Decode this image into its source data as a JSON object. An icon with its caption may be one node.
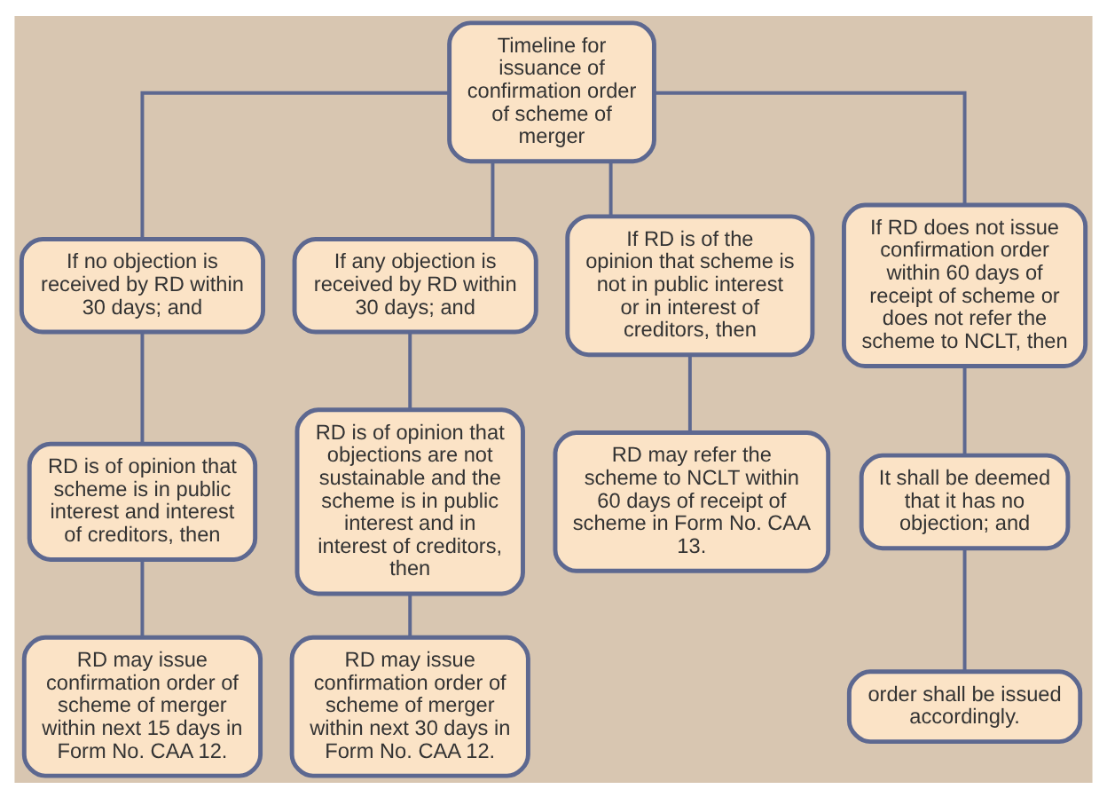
{
  "diagram": {
    "nodes": [
      {
        "text": [
          "Timeline for issuance of confirmation order of scheme of merger"
        ]
      },
      {
        "text": [
          "If no objection is received by RD within 30 days; and"
        ]
      },
      {
        "text": [
          "If any objection is received by RD within 30 days; and"
        ]
      },
      {
        "text": [
          "If RD is of the opinion that scheme is not in public interest or in interest of creditors, then"
        ]
      },
      {
        "text": [
          "If RD does not issue confirmation order within 60 days of receipt of scheme or does not refer the scheme to NCLT, then"
        ]
      },
      {
        "text": [
          "RD is of opinion that scheme is in public interest and interest of creditors, then"
        ]
      },
      {
        "text": [
          "RD is of opinion that objections are not sustainable and the scheme is in public interest and in interest of creditors, then"
        ]
      },
      {
        "text": [
          "RD may refer the scheme to NCLT within 60 days of receipt of scheme in Form No. CAA 13."
        ]
      },
      {
        "text": [
          "It shall be deemed that it has no objection; and"
        ]
      },
      {
        "text": [
          "RD may issue confirmation order of scheme of merger within next 15 days in Form No. CAA 12."
        ]
      },
      {
        "text": [
          "RD may issue confirmation order of scheme of merger within next 30 days in Form No. CAA 12."
        ]
      },
      {
        "text": [
          "order shall be issued accordingly."
        ]
      }
    ],
    "edges": [
      {
        "from": 0,
        "to": 1,
        "arrow": "none"
      },
      {
        "from": 0,
        "to": 2,
        "arrow": "none"
      },
      {
        "from": 0,
        "to": 3,
        "arrow": "none"
      },
      {
        "from": 0,
        "to": 4,
        "arrow": "none"
      },
      {
        "from": 1,
        "to": 5,
        "arrow": "none"
      },
      {
        "from": 5,
        "to": 9,
        "arrow": "none"
      },
      {
        "from": 2,
        "to": 6,
        "arrow": "none"
      },
      {
        "from": 6,
        "to": 10,
        "arrow": "none"
      },
      {
        "from": 3,
        "to": 7,
        "arrow": "none"
      },
      {
        "from": 4,
        "to": 8,
        "arrow": "none"
      },
      {
        "from": 8,
        "to": 11,
        "arrow": "none"
      }
    ]
  }
}
